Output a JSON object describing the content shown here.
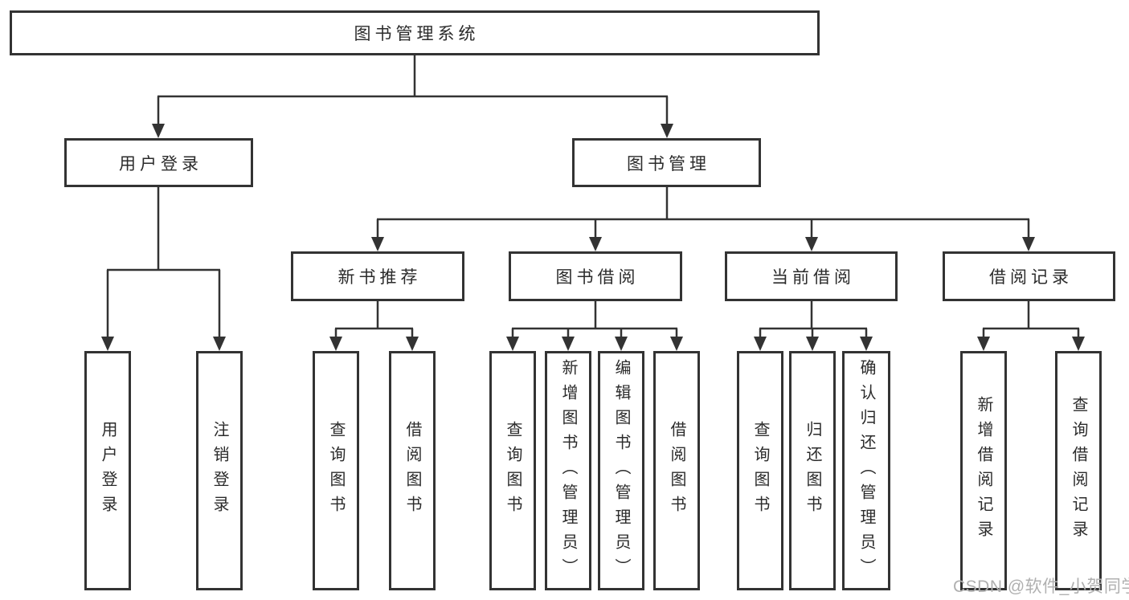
{
  "style": {
    "background": "#ffffff",
    "line_color": "#333333",
    "box_border_color": "#333333",
    "box_background": "#ffffff",
    "text_color": "#2b2b2b",
    "watermark_color": "#b0b0b0"
  },
  "tree": {
    "root": {
      "label": "图书管理系统",
      "children": [
        {
          "label": "用户登录",
          "children": [
            {
              "label": "用户登录"
            },
            {
              "label": "注销登录"
            }
          ]
        },
        {
          "label": "图书管理",
          "children": [
            {
              "label": "新书推荐",
              "children": [
                {
                  "label": "查询图书"
                },
                {
                  "label": "借阅图书"
                }
              ]
            },
            {
              "label": "图书借阅",
              "children": [
                {
                  "label": "查询图书"
                },
                {
                  "label": "新增图书（管理员）"
                },
                {
                  "label": "编辑图书（管理员）"
                },
                {
                  "label": "借阅图书"
                }
              ]
            },
            {
              "label": "当前借阅",
              "children": [
                {
                  "label": "查询图书"
                },
                {
                  "label": "归还图书"
                },
                {
                  "label": "确认归还（管理员）"
                }
              ]
            },
            {
              "label": "借阅记录",
              "children": [
                {
                  "label": "新增借阅记录"
                },
                {
                  "label": "查询借阅记录"
                }
              ]
            }
          ]
        }
      ]
    }
  },
  "watermark": {
    "text": "CSDN @软件_小贺同学"
  }
}
